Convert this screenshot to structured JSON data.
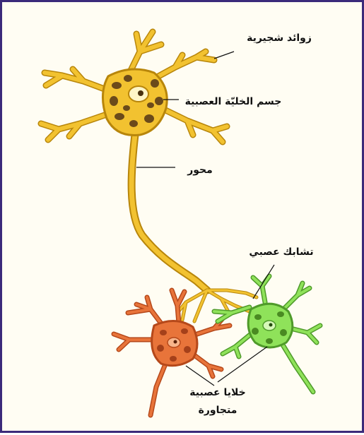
{
  "labels": {
    "dendrites": "زوائد شجيرية",
    "cell_body": "جسم الخليّة العصبية",
    "axon": "محور",
    "synapse": "تشابك عصبي",
    "neighbor_cells_line1": "خلايا عصبية",
    "neighbor_cells_line2": "متجاورة"
  },
  "colors": {
    "frame": "#3b2a7a",
    "main_neuron": "#f2c230",
    "main_neuron_outline": "#b8860b",
    "orange_neuron": "#e8743a",
    "green_neuron": "#8fe25a",
    "nucleus_spots": "#6b4a1a"
  }
}
